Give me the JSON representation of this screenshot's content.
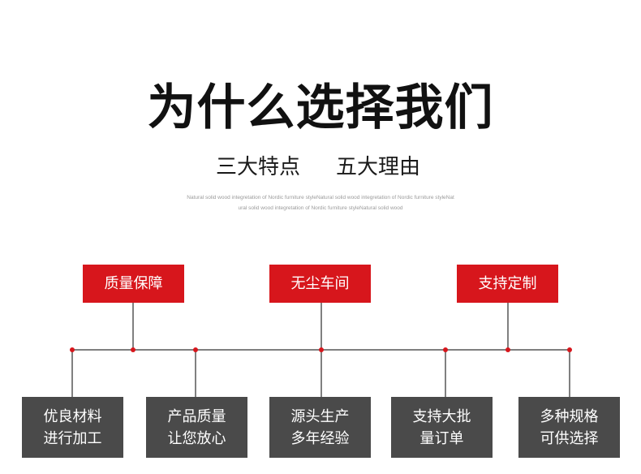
{
  "header": {
    "title": "为什么选择我们",
    "subtitle_left": "三大特点",
    "subtitle_right": "五大理由",
    "fine_text_line1": "Natural solid wood integretation of Nordic furniture styleNatural solid wood integretation of Nordic furniture styleNat",
    "fine_text_line2": "ural solid wood integretation of Nordic furniture styleNatural solid wood"
  },
  "features": [
    {
      "label": "质量保障"
    },
    {
      "label": "无尘车间"
    },
    {
      "label": "支持定制"
    }
  ],
  "reasons": [
    {
      "line1": "优良材料",
      "line2": "进行加工"
    },
    {
      "line1": "产品质量",
      "line2": "让您放心"
    },
    {
      "line1": "源头生产",
      "line2": "多年经验"
    },
    {
      "line1": "支持大批",
      "line2": "量订单"
    },
    {
      "line1": "多种规格",
      "line2": "可供选择"
    }
  ],
  "colors": {
    "accent_red": "#d7161c",
    "box_gray": "#4a4a4a",
    "connector_gray": "#555555"
  }
}
